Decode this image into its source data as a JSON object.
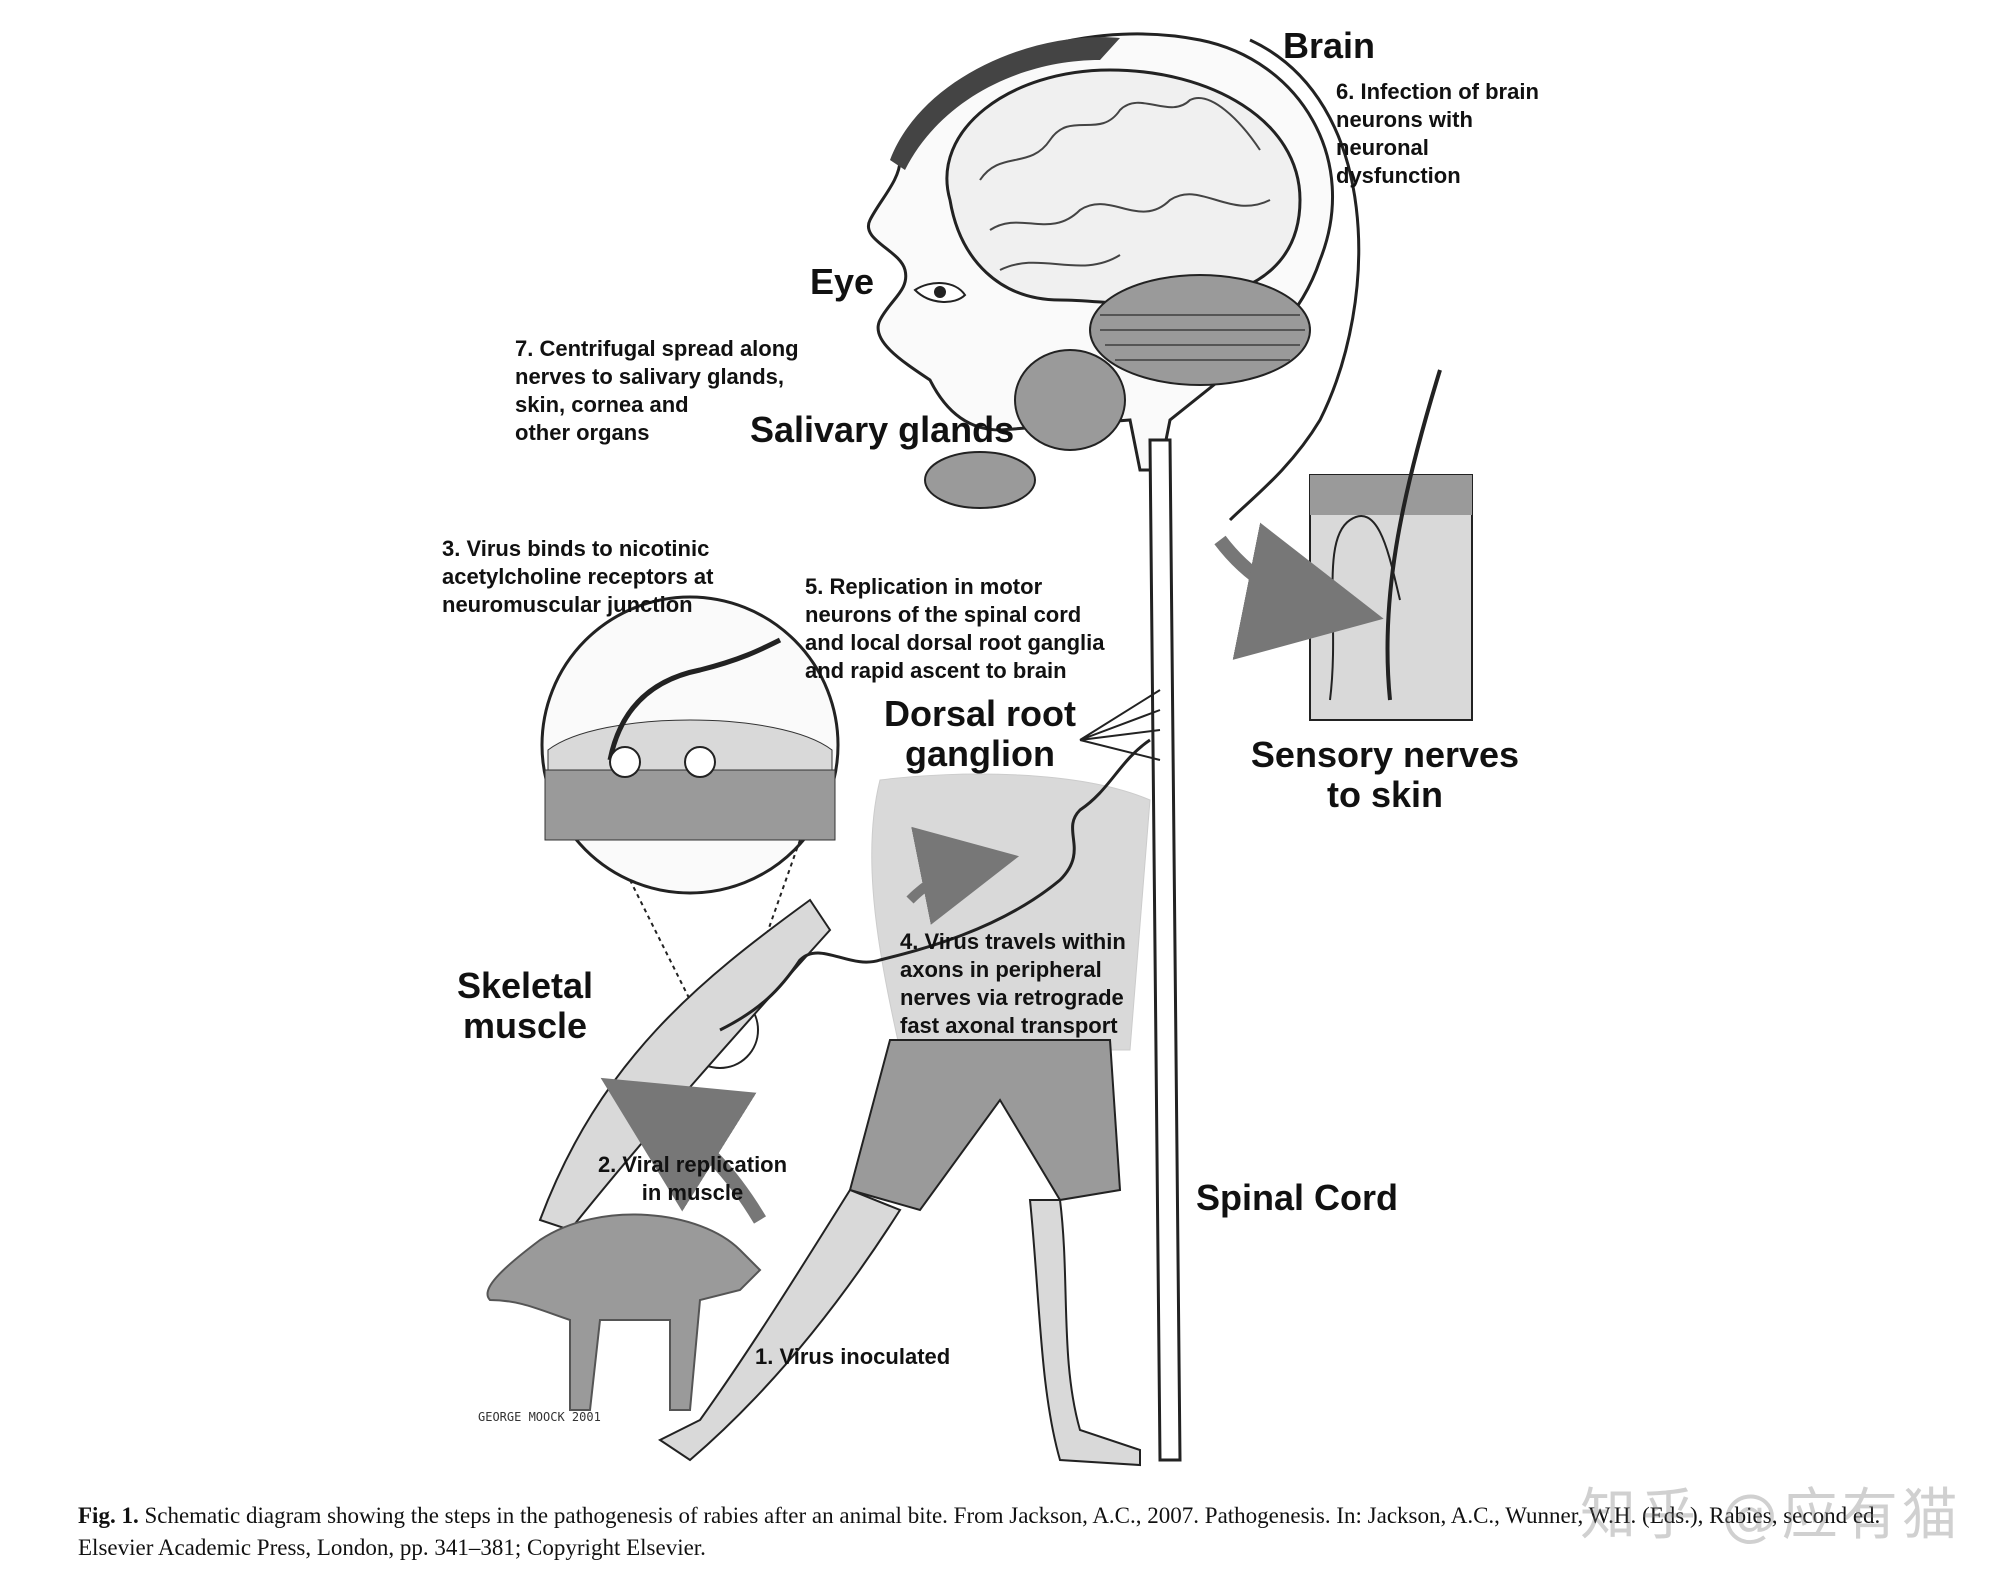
{
  "labels": {
    "brain": "Brain",
    "step6": "6. Infection of brain\nneurons with\nneuronal\ndysfunction",
    "eye": "Eye",
    "step7": "7. Centrifugal spread along\nnerves to salivary glands,\nskin, cornea and\nother organs",
    "salivary": "Salivary glands",
    "step3": "3. Virus binds to nicotinic\nacetylcholine receptors at\nneuromuscular junction",
    "step5": "5. Replication in motor\nneurons of the spinal cord\nand local dorsal root ganglia\nand rapid ascent to brain",
    "drg": "Dorsal root\nganglion",
    "sensory": "Sensory nerves\nto skin",
    "skeletal": "Skeletal\nmuscle",
    "step4": "4. Virus travels within\naxons in peripheral\nnerves via retrograde\nfast axonal transport",
    "step2": "2. Viral replication\nin muscle",
    "spinal": "Spinal Cord",
    "step1": "1. Virus inoculated"
  },
  "signature": "GEORGE MOOCK 2001",
  "caption": {
    "fig": "Fig. 1.",
    "text": " Schematic diagram showing the steps in the pathogenesis of rabies after an animal bite. From Jackson, A.C., 2007. Pathogenesis. In: Jackson, A.C., Wunner, W.H. (Eds.), Rabies, second ed. Elsevier Academic Press, London, pp. 341–381; Copyright Elsevier."
  },
  "watermark": "知乎 @应有猫",
  "colors": {
    "ink": "#111111",
    "lightGray": "#d9d9d9",
    "midGray": "#9a9a9a",
    "darkGray": "#555555"
  }
}
